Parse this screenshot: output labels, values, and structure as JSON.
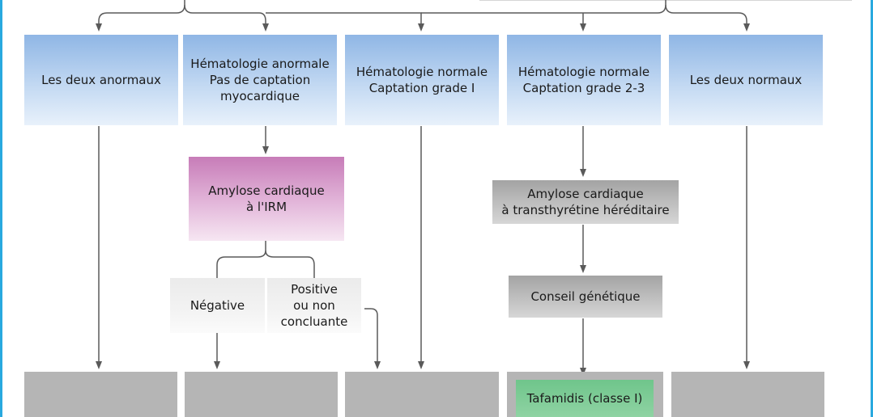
{
  "colors": {
    "frame": "#29a9df",
    "line": "#5a5a5a",
    "blue_box": "#8fb6e5",
    "pink_box": "#c77cb8",
    "gray_box": "#a3a3a3",
    "green_box": "#6fc58b"
  },
  "row1": [
    {
      "text": "Les deux anormaux"
    },
    {
      "text": "Hématologie anormale\nPas de captation\nmyocardique"
    },
    {
      "text": "Hématologie normale\nCaptation grade I"
    },
    {
      "text": "Hématologie normale\nCaptation grade 2-3"
    },
    {
      "text": "Les deux normaux"
    }
  ],
  "irm_box": {
    "text": "Amylose cardiaque\nà l'IRM"
  },
  "negative_box": {
    "text": "Négative"
  },
  "positive_box": {
    "text": "Positive\nou non\nconcluante"
  },
  "ttr_box": {
    "text": "Amylose cardiaque\nà transthyrétine héréditaire"
  },
  "conseil_box": {
    "text": "Conseil génétique"
  },
  "tafamidis_box": {
    "text": "Tafamidis (classe I)"
  }
}
